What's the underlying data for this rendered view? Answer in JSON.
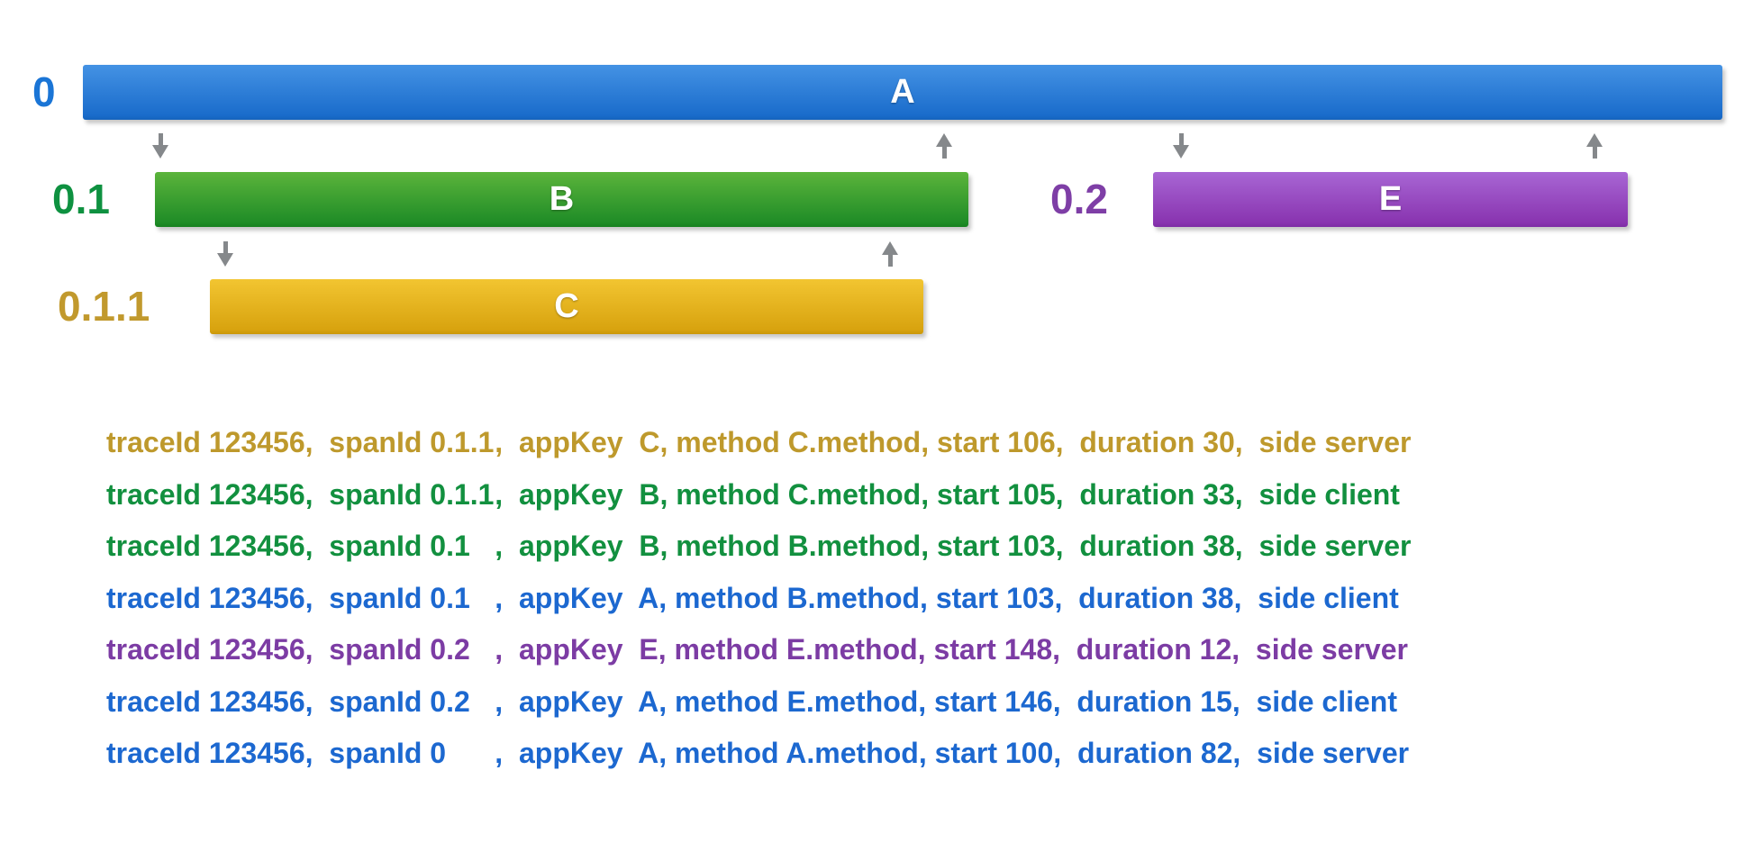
{
  "diagram": {
    "spans": [
      {
        "span_id": "0",
        "app": "A",
        "label_color": "#1A75D6",
        "bar_color_top": "#4492E4",
        "bar_color_bottom": "#1A6CCB"
      },
      {
        "span_id": "0.1",
        "app": "B",
        "label_color": "#0E9140",
        "bar_color_top": "#5BB43B",
        "bar_color_bottom": "#1F8C27"
      },
      {
        "span_id": "0.2",
        "app": "E",
        "label_color": "#7E3EA6",
        "bar_color_top": "#A866D4",
        "bar_color_bottom": "#8934B0"
      },
      {
        "span_id": "0.1.1",
        "app": "C",
        "label_color": "#C1992D",
        "bar_color_top": "#F2C531",
        "bar_color_bottom": "#D8A30F"
      }
    ],
    "arrow_color": "#85888B",
    "arrows": [
      {
        "direction": "down",
        "between": "A to B"
      },
      {
        "direction": "up",
        "between": "B to A"
      },
      {
        "direction": "down",
        "between": "A to E"
      },
      {
        "direction": "up",
        "between": "E to A"
      },
      {
        "direction": "down",
        "between": "B to C"
      },
      {
        "direction": "up",
        "between": "C to B"
      }
    ]
  },
  "trace_log": {
    "lines": [
      {
        "prefix": "traceId 123456,  spanId ",
        "span_id": "0.1.1",
        "rest": ",  appKey  C, method C.method, start 106,  duration 30,  side server",
        "color": "#BE992C",
        "fields": {
          "traceId": "123456",
          "spanId": "0.1.1",
          "appKey": "C",
          "method": "C.method",
          "start": 106,
          "duration": 30,
          "side": "server"
        }
      },
      {
        "prefix": "traceId 123456,  spanId ",
        "span_id": "0.1.1",
        "rest": ",  appKey  B, method C.method, start 105,  duration 33,  side client",
        "color": "#12903F",
        "fields": {
          "traceId": "123456",
          "spanId": "0.1.1",
          "appKey": "B",
          "method": "C.method",
          "start": 105,
          "duration": 33,
          "side": "client"
        }
      },
      {
        "prefix": "traceId 123456,  spanId ",
        "span_id": "0.1",
        "rest": ",  appKey  B, method B.method, start 103,  duration 38,  side server",
        "color": "#12903F",
        "fields": {
          "traceId": "123456",
          "spanId": "0.1",
          "appKey": "B",
          "method": "B.method",
          "start": 103,
          "duration": 38,
          "side": "server"
        }
      },
      {
        "prefix": "traceId 123456,  spanId ",
        "span_id": "0.1",
        "rest": ",  appKey  A, method B.method, start 103,  duration 38,  side client",
        "color": "#1C68D0",
        "fields": {
          "traceId": "123456",
          "spanId": "0.1",
          "appKey": "A",
          "method": "B.method",
          "start": 103,
          "duration": 38,
          "side": "client"
        }
      },
      {
        "prefix": "traceId 123456,  spanId ",
        "span_id": "0.2",
        "rest": ",  appKey  E, method E.method, start 148,  duration 12,  side server",
        "color": "#7C3CA4",
        "fields": {
          "traceId": "123456",
          "spanId": "0.2",
          "appKey": "E",
          "method": "E.method",
          "start": 148,
          "duration": 12,
          "side": "server"
        }
      },
      {
        "prefix": "traceId 123456,  spanId ",
        "span_id": "0.2",
        "rest": ",  appKey  A, method E.method, start 146,  duration 15,  side client",
        "color": "#1C68D0",
        "fields": {
          "traceId": "123456",
          "spanId": "0.2",
          "appKey": "A",
          "method": "E.method",
          "start": 146,
          "duration": 15,
          "side": "client"
        }
      },
      {
        "prefix": "traceId 123456,  spanId ",
        "span_id": "0",
        "rest": ",  appKey  A, method A.method, start 100,  duration 82,  side server",
        "color": "#1C68D0",
        "fields": {
          "traceId": "123456",
          "spanId": "0",
          "appKey": "A",
          "method": "A.method",
          "start": 100,
          "duration": 82,
          "side": "server"
        }
      }
    ]
  }
}
